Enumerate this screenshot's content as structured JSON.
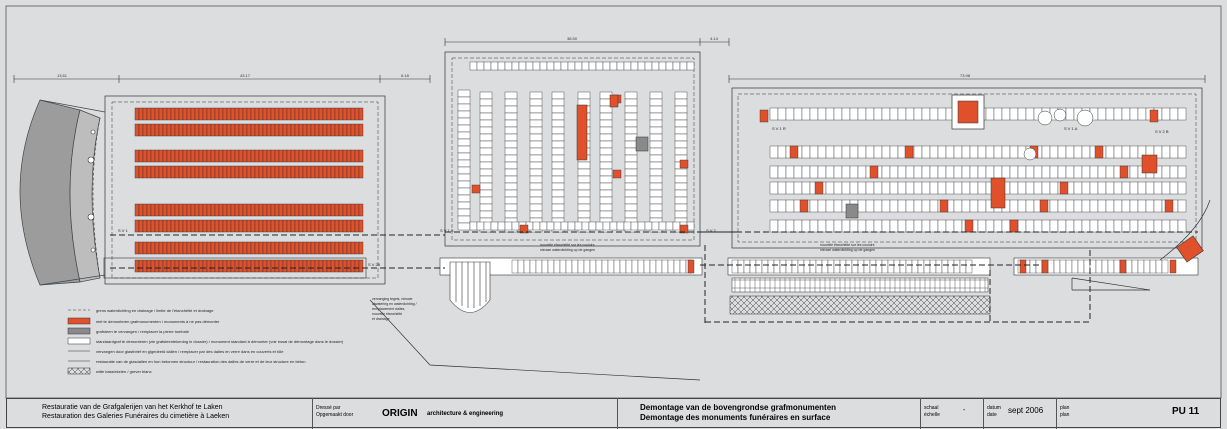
{
  "colors": {
    "background": "#dcdddf",
    "monument_to_dismantle": "#e0502a",
    "grey_tomb": "#8a8a8a",
    "line": "#333333"
  },
  "dimensions": {
    "d1": "13.61",
    "d2": "43.17",
    "d3": "6.18",
    "d4": "38.50",
    "d5": "4.14",
    "d6": "73.98"
  },
  "plan_labels": {
    "sv_left_top": "S V 1",
    "sv_left_bottom": "S V 28",
    "sv_mid_left": "S V 1 S",
    "sv_mid_right": "S V 2",
    "sv_right1": "S V 1 R",
    "sv_right2": "S V 1 A",
    "sv_right3": "S V 2 B",
    "central_note_1": "nouvelle étanchéité sur les couloirs",
    "central_note_2": "nieuwe waterdichting op de gangen",
    "right_note_1": "nouvelle étanchéité sur les couloirs",
    "right_note_2": "nieuwe waterdichting op de gangen",
    "bottom_note_1": "vervanging tegels, nieuwe",
    "bottom_note_2": "afwatering en waterdichting /",
    "bottom_note_3": "remplacement dalles,",
    "bottom_note_4": "nouvelle étanchéité",
    "bottom_note_5": "et drainage"
  },
  "legend": [
    {
      "text": "grens waterdichting en drainage / limite de l'étanchéité et drainage",
      "swatch": "dash"
    },
    {
      "text": "niet te demonteren grafmonumenten / monuments à ne pas démonter",
      "swatch": "orange"
    },
    {
      "text": "grafsteen te vervangen / remplacer la pierre tombale",
      "swatch": "grey"
    },
    {
      "text": "standaardgraf te demonteren (zie grafsteentekening in dossier) / monument standard à démonter (voir essai de démontage dans le dossier)",
      "swatch": "white"
    },
    {
      "text": "vervangen door glastbrief en glgedeeld dallen / remplacer par des dalles en verre dans en couverts et tôle",
      "swatch": "line"
    },
    {
      "text": "restauratie van de glasdallen en hun betonnen structuur / restauration des dalles de verre et de leur structure en béton",
      "swatch": "line"
    },
    {
      "text": "witte kassiekeien / grever blanc",
      "swatch": "hatch"
    }
  ],
  "title_block": {
    "project_nl": "Restauratie van de Grafgalerijen van het Kerkhof te Laken",
    "project_fr": "Restauration des Galeries Funéraires du cimetière à Laeken",
    "drawn_by_1": "Dressé par",
    "drawn_by_2": "Opgemaakt door",
    "firm": "ORIGIN",
    "firm_sub": "architecture & engineering",
    "title_nl": "Demontage van de bovengrondse grafmonumenten",
    "title_fr": "Demontage des monuments funéraires en surface",
    "scale_1": "schaal",
    "scale_2": "échelle",
    "scale_value": "-",
    "date_1": "datum",
    "date_2": "date",
    "date_value": "sept 2006",
    "plan_1": "plan",
    "plan_2": "plan",
    "plan_number": "PU 11"
  }
}
